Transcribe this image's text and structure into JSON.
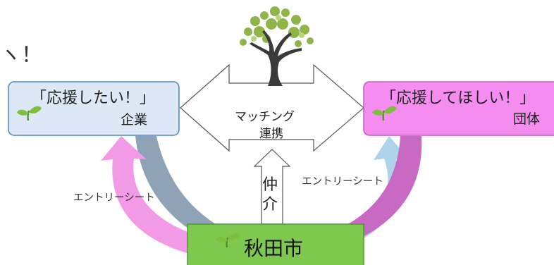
{
  "header": {
    "corner_text": "ヽ！"
  },
  "left_box": {
    "quote": "「応援したい！」",
    "label": "企業",
    "icon": "sprout-icon",
    "fill": "#dce8f5"
  },
  "right_box": {
    "quote": "「応援してほしい！」",
    "label": "団体",
    "icon": "sprout-icon",
    "fill": "#f58cf0"
  },
  "center": {
    "line1": "マッチング",
    "line2": "連携",
    "tree_icon": "tree-icon"
  },
  "mediation": {
    "char1": "仲",
    "char2": "介"
  },
  "entry": {
    "left": "エントリーシート",
    "right": "エントリーシート"
  },
  "city": {
    "label": "秋田市",
    "icon": "sprout-icon",
    "fill": "#7ec850"
  },
  "colors": {
    "pink_arrow": "#f29ae6",
    "gray_arrow": "#8fa3b6",
    "light_blue_arrow": "#aed4ec",
    "magenta_arrow": "#c86ac3",
    "tree_leaf": "#8fb548",
    "tree_trunk": "#3a3a3a"
  }
}
